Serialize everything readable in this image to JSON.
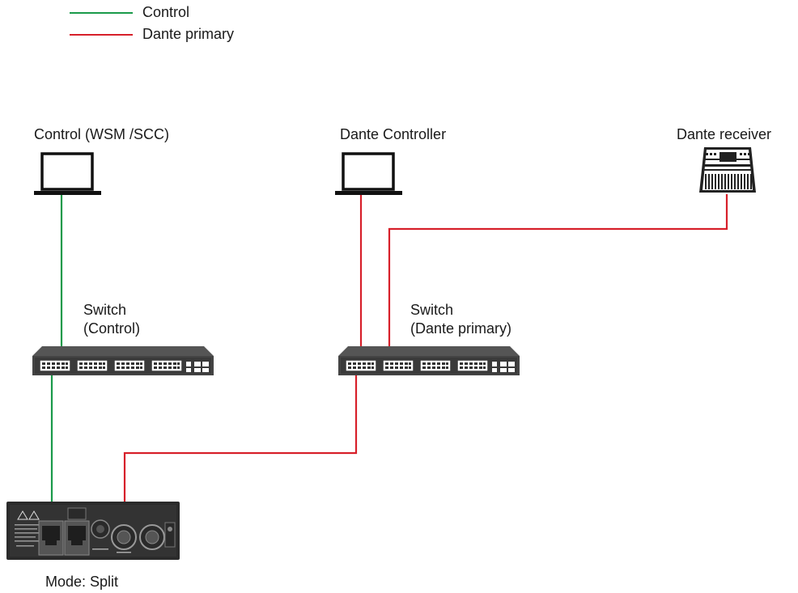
{
  "legend": [
    {
      "label": "Control",
      "color": "#1a9a4a"
    },
    {
      "label": "Dante primary",
      "color": "#d7202a"
    }
  ],
  "nodes": {
    "control_pc": {
      "label": "Control (WSM /SCC)",
      "icon": "laptop-icon"
    },
    "dante_controller": {
      "label": "Dante Controller",
      "icon": "laptop-icon"
    },
    "dante_receiver": {
      "label": "Dante receiver",
      "icon": "mixing-console-icon"
    },
    "switch_control": {
      "label_line1": "Switch",
      "label_line2": "(Control)",
      "icon": "network-switch-icon"
    },
    "switch_dante": {
      "label_line1": "Switch",
      "label_line2": "(Dante primary)",
      "icon": "network-switch-icon"
    },
    "device": {
      "label": "Mode: Split",
      "icon": "receiver-rear-panel-icon"
    }
  },
  "connections": [
    {
      "from": "control_pc",
      "to": "switch_control",
      "type": "Control"
    },
    {
      "from": "switch_control",
      "to": "device",
      "type": "Control"
    },
    {
      "from": "dante_controller",
      "to": "switch_dante",
      "type": "Dante primary"
    },
    {
      "from": "dante_receiver",
      "to": "switch_dante",
      "type": "Dante primary"
    },
    {
      "from": "switch_dante",
      "to": "device",
      "type": "Dante primary"
    }
  ]
}
